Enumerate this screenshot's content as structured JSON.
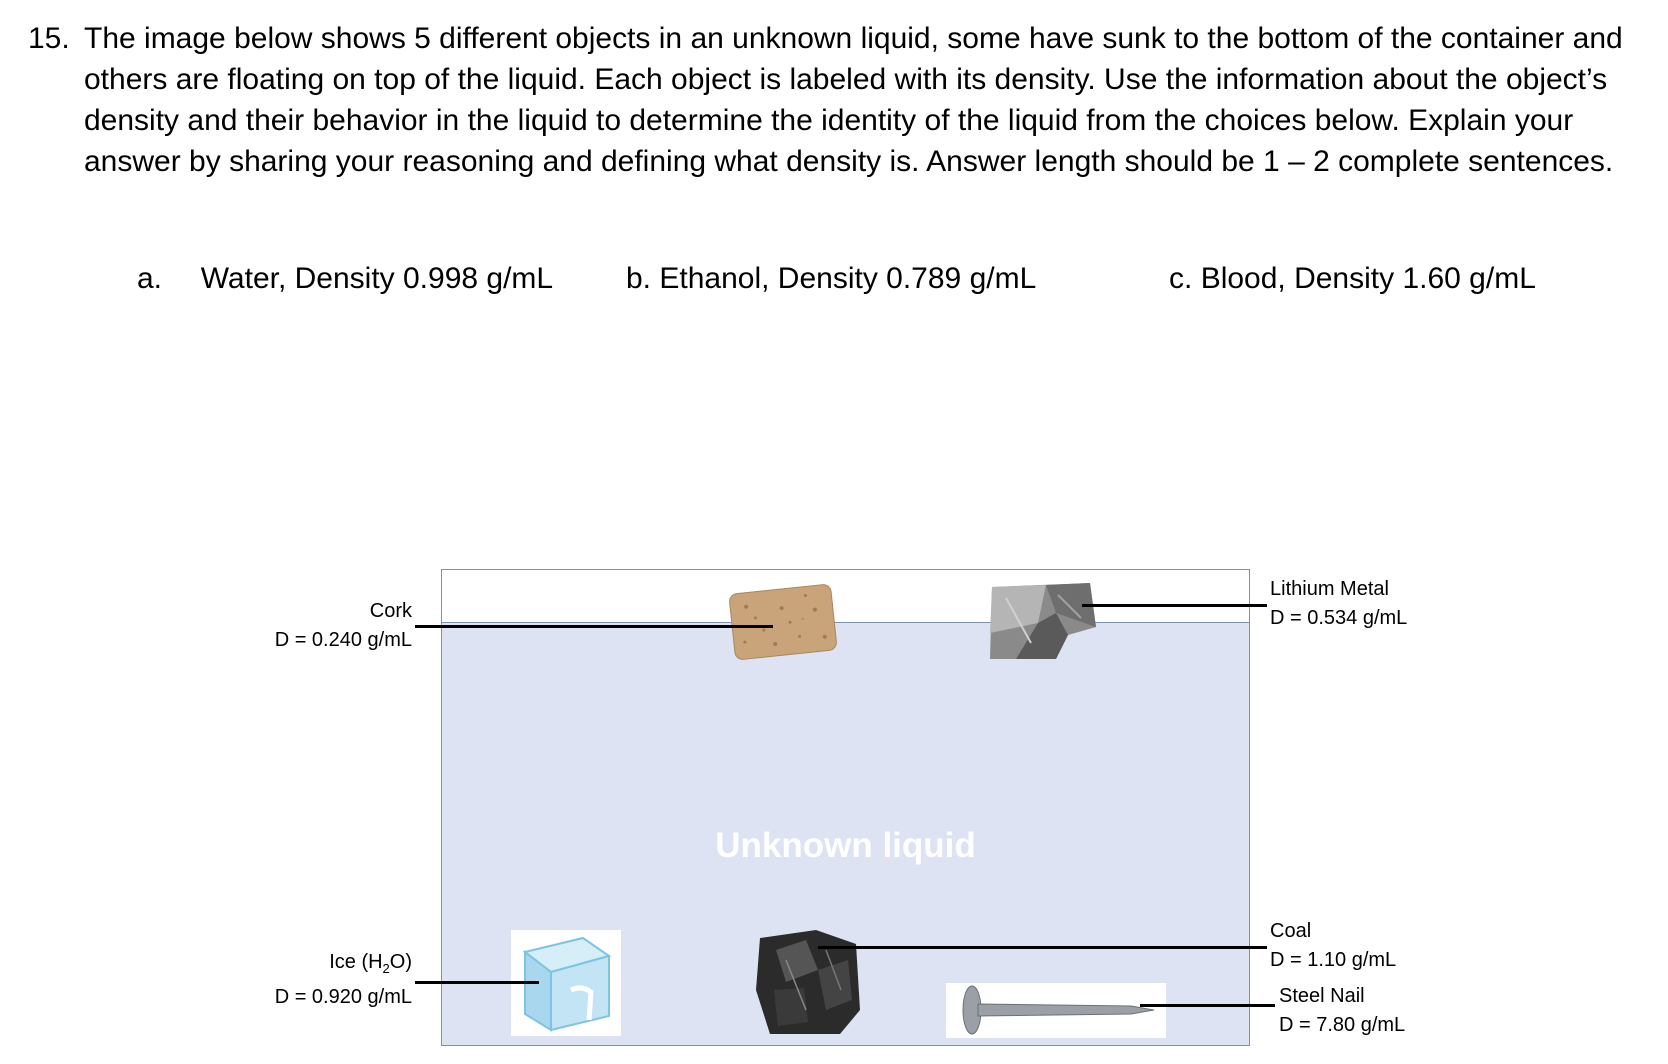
{
  "question": {
    "number": "15.",
    "text": "The image below shows 5 different objects in an unknown liquid, some have sunk to the bottom of the container and others are floating on top of the liquid. Each object is labeled with its density. Use the information about the object’s density and their behavior in the liquid to determine the identity of the liquid from the choices below. Explain your answer by sharing your reasoning and defining what density is. Answer length should be 1 – 2 complete sentences."
  },
  "choices": [
    {
      "letter": "a.",
      "text": "Water, Density 0.998 g/mL"
    },
    {
      "letter": "b.",
      "text": "Ethanol, Density 0.789 g/mL"
    },
    {
      "letter": "c.",
      "text": "Blood, Density 1.60 g/mL"
    }
  ],
  "diagram": {
    "liquid_label": "Unknown liquid",
    "objects": {
      "cork": {
        "name": "Cork",
        "density": "D = 0.240 g/mL",
        "behavior": "floating"
      },
      "lithium": {
        "name": "Lithium Metal",
        "density": "D = 0.534 g/mL",
        "behavior": "floating"
      },
      "ice": {
        "name_prefix": "Ice (H",
        "name_sub": "2",
        "name_suffix": "O)",
        "density": "D = 0.920 g/mL",
        "behavior": "sunk"
      },
      "coal": {
        "name": "Coal",
        "density": "D = 1.10 g/mL",
        "behavior": "sunk"
      },
      "nail": {
        "name": "Steel Nail",
        "density": "D = 7.80 g/mL",
        "behavior": "sunk"
      }
    },
    "colors": {
      "liquid": "#dde3f2",
      "border": "#7f8fb3",
      "cork": "#c9a47a",
      "lithium": "#8a8a8a",
      "ice": "#a9d8ee",
      "coal": "#2b2b2b",
      "nail": "#9aa0a6"
    }
  }
}
